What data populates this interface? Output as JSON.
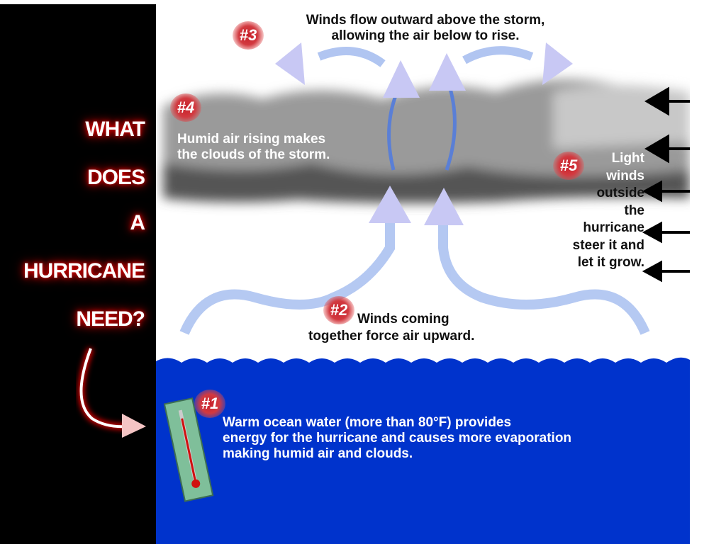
{
  "sidebar": {
    "question_words": [
      "WHAT",
      "DOES",
      "A",
      "HURRICANE",
      "NEED?"
    ]
  },
  "steps": [
    {
      "badge": "#1",
      "text_lines": [
        "Warm ocean water (more than 80°F) provides",
        "energy for the hurricane and causes more evaporation",
        "making humid air and clouds."
      ]
    },
    {
      "badge": "#2",
      "text_lines": [
        "Winds coming",
        "together force air upward."
      ]
    },
    {
      "badge": "#3",
      "text_lines": [
        "Winds flow outward above the storm,",
        "allowing the air below to rise."
      ]
    },
    {
      "badge": "#4",
      "text_lines": [
        "Humid air rising makes",
        "the clouds of the storm."
      ]
    },
    {
      "badge": "#5",
      "text_lines": [
        "Light",
        "winds",
        "outside",
        "the",
        "hurricane",
        "steer it and",
        "let it grow."
      ]
    }
  ],
  "colors": {
    "ocean": "#0033cc",
    "arrow": "#c8c8f4",
    "stream": "#5a7fd6",
    "badge": "#c8202a"
  }
}
